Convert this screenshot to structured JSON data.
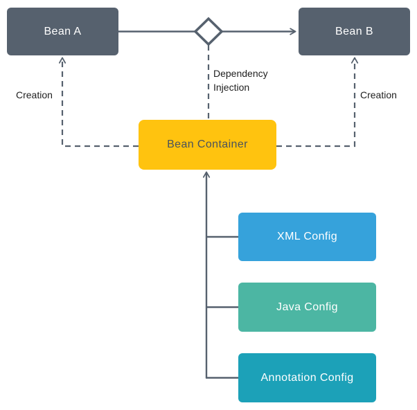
{
  "colors": {
    "slate": "#56616E",
    "yellow": "#FFC30F",
    "blue": "#36A2DB",
    "teal": "#4CB6A3",
    "cyan": "#1CA1B8",
    "line": "#56616E",
    "label_text": "#1E1E1E",
    "box_text_light": "#FFFFFF",
    "container_text": "#49525C"
  },
  "nodes": {
    "bean_a": {
      "label": "Bean A"
    },
    "bean_b": {
      "label": "Bean B"
    },
    "bean_container": {
      "label": "Bean Container"
    },
    "xml_config": {
      "label": "XML Config"
    },
    "java_config": {
      "label": "Java Config"
    },
    "annotation_config": {
      "label": "Annotation Config"
    }
  },
  "edge_labels": {
    "creation_left": "Creation",
    "creation_right": "Creation",
    "dependency_injection": "Dependency Injection"
  },
  "shapes": {
    "diamond": "hollow-diamond-connector"
  }
}
